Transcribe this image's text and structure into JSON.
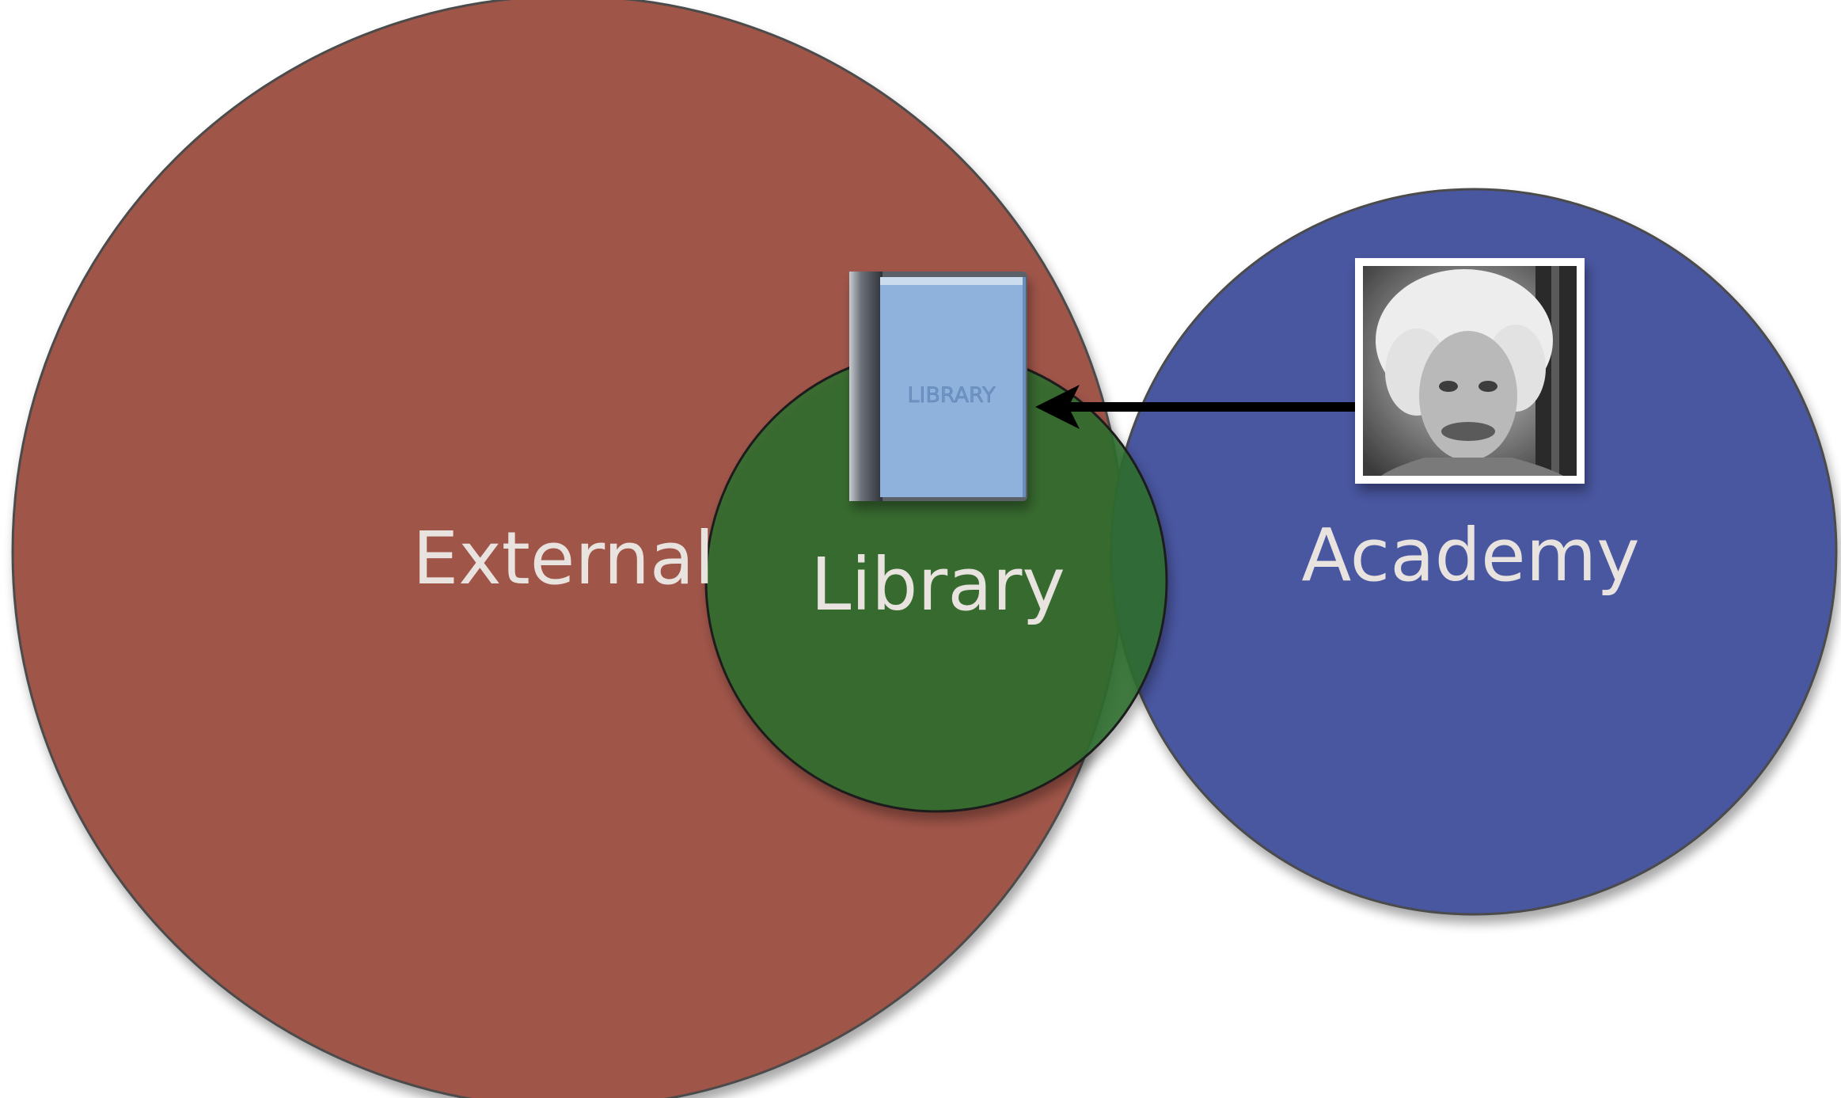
{
  "diagram": {
    "circles": {
      "external": {
        "label": "External",
        "color": "#a0544a"
      },
      "academy": {
        "label": "Academy",
        "color": "#4a56a0"
      },
      "library": {
        "label": "Library",
        "color": "#2f6e2c"
      }
    },
    "book_icon": {
      "title": "LIBRARY",
      "color": "#8eb2dc"
    },
    "portrait": {
      "icon": "portrait-photo"
    },
    "arrow": {
      "color": "#000000"
    }
  }
}
